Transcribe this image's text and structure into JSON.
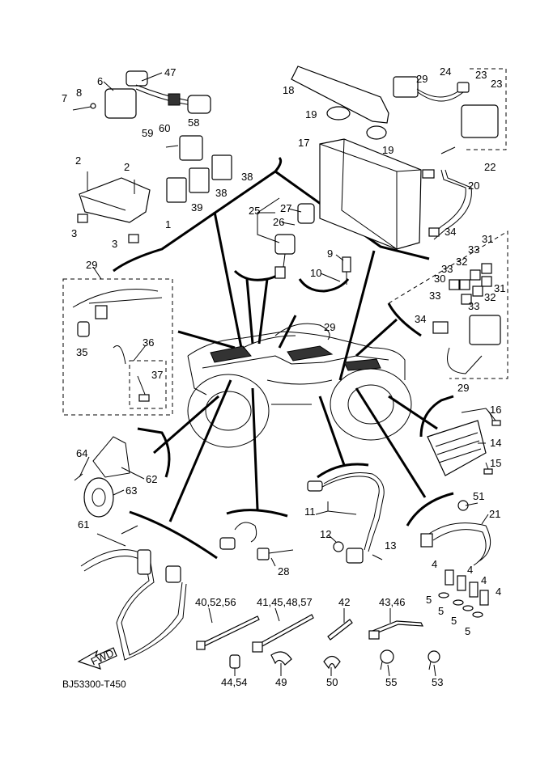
{
  "diagram_code": "BJ53300-T450",
  "fwd_label": "FWD",
  "callouts": [
    {
      "id": "c47",
      "text": "47"
    },
    {
      "id": "c6",
      "text": "6"
    },
    {
      "id": "c8",
      "text": "8"
    },
    {
      "id": "c7",
      "text": "7"
    },
    {
      "id": "c59",
      "text": "59"
    },
    {
      "id": "c60",
      "text": "60"
    },
    {
      "id": "c58",
      "text": "58"
    },
    {
      "id": "c2a",
      "text": "2"
    },
    {
      "id": "c2b",
      "text": "2"
    },
    {
      "id": "c38a",
      "text": "38"
    },
    {
      "id": "c38b",
      "text": "38"
    },
    {
      "id": "c39",
      "text": "39"
    },
    {
      "id": "c1",
      "text": "1"
    },
    {
      "id": "c3a",
      "text": "3"
    },
    {
      "id": "c3b",
      "text": "3"
    },
    {
      "id": "c18",
      "text": "18"
    },
    {
      "id": "c29a",
      "text": "29"
    },
    {
      "id": "c24",
      "text": "24"
    },
    {
      "id": "c23a",
      "text": "23"
    },
    {
      "id": "c23b",
      "text": "23"
    },
    {
      "id": "c19a",
      "text": "19"
    },
    {
      "id": "c19b",
      "text": "19"
    },
    {
      "id": "c17",
      "text": "17"
    },
    {
      "id": "c22",
      "text": "22"
    },
    {
      "id": "c20",
      "text": "20"
    },
    {
      "id": "c25",
      "text": "25"
    },
    {
      "id": "c27",
      "text": "27"
    },
    {
      "id": "c26",
      "text": "26"
    },
    {
      "id": "c34a",
      "text": "34"
    },
    {
      "id": "c9",
      "text": "9"
    },
    {
      "id": "c10",
      "text": "10"
    },
    {
      "id": "c31a",
      "text": "31"
    },
    {
      "id": "c33a",
      "text": "33"
    },
    {
      "id": "c32a",
      "text": "32"
    },
    {
      "id": "c33b",
      "text": "33"
    },
    {
      "id": "c30",
      "text": "30"
    },
    {
      "id": "c31b",
      "text": "31"
    },
    {
      "id": "c33c",
      "text": "33"
    },
    {
      "id": "c32b",
      "text": "32"
    },
    {
      "id": "c33d",
      "text": "33"
    },
    {
      "id": "c34b",
      "text": "34"
    },
    {
      "id": "c29b",
      "text": "29"
    },
    {
      "id": "c35",
      "text": "35"
    },
    {
      "id": "c36",
      "text": "36"
    },
    {
      "id": "c37",
      "text": "37"
    },
    {
      "id": "c29c",
      "text": "29"
    },
    {
      "id": "c29d",
      "text": "29"
    },
    {
      "id": "c16",
      "text": "16"
    },
    {
      "id": "c14",
      "text": "14"
    },
    {
      "id": "c15",
      "text": "15"
    },
    {
      "id": "c64",
      "text": "64"
    },
    {
      "id": "c62",
      "text": "62"
    },
    {
      "id": "c63",
      "text": "63"
    },
    {
      "id": "c51",
      "text": "51"
    },
    {
      "id": "c11",
      "text": "11"
    },
    {
      "id": "c21",
      "text": "21"
    },
    {
      "id": "c61",
      "text": "61"
    },
    {
      "id": "c12",
      "text": "12"
    },
    {
      "id": "c13",
      "text": "13"
    },
    {
      "id": "c28",
      "text": "28"
    },
    {
      "id": "c4a",
      "text": "4"
    },
    {
      "id": "c4b",
      "text": "4"
    },
    {
      "id": "c4c",
      "text": "4"
    },
    {
      "id": "c4d",
      "text": "4"
    },
    {
      "id": "c5a",
      "text": "5"
    },
    {
      "id": "c5b",
      "text": "5"
    },
    {
      "id": "c5c",
      "text": "5"
    },
    {
      "id": "c5d",
      "text": "5"
    },
    {
      "id": "c40",
      "text": "40,52,56"
    },
    {
      "id": "c41",
      "text": "41,45,48,57"
    },
    {
      "id": "c42",
      "text": "42"
    },
    {
      "id": "c43",
      "text": "43,46"
    },
    {
      "id": "c44",
      "text": "44,54"
    },
    {
      "id": "c49",
      "text": "49"
    },
    {
      "id": "c50",
      "text": "50"
    },
    {
      "id": "c55",
      "text": "55"
    },
    {
      "id": "c53",
      "text": "53"
    }
  ]
}
